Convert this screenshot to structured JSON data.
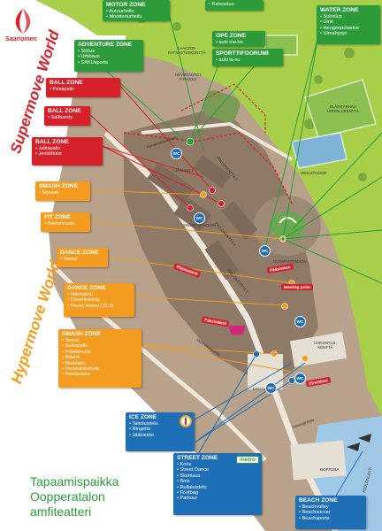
{
  "brand": {
    "logo_text": "Saarioinen",
    "color": "#d6212a"
  },
  "side_titles": {
    "top": "Supermove World",
    "bottom": "Hypermove World"
  },
  "zones": {
    "motor": {
      "title": "MOTOR ZONE",
      "items": [
        "• Autourheilu",
        "• Moottoriurheilu"
      ]
    },
    "ratsastus": {
      "items": [
        "• Ratsastus"
      ]
    },
    "water": {
      "title": "WATER ZONE",
      "items": [
        "• Sukellus",
        "• Uinti",
        "• Hengenpelastus",
        "• Uimahypyt"
      ]
    },
    "adventure": {
      "title": "ADVENTURE ZONE",
      "items": [
        "• Sirkus",
        "• Urbbaus",
        "• SAKUsports"
      ]
    },
    "ope": {
      "title": "OPE ZONE",
      "items": [
        "• auki ma-ke"
      ]
    },
    "sporttifoorumi": {
      "title": "SPORTTIFOORUMI",
      "items": [
        "• auki la-su"
      ]
    },
    "ball1": {
      "title": "BALL ZONE",
      "items": [
        "• Pesäpallo"
      ]
    },
    "ball2": {
      "title": "BALL ZONE",
      "items": [
        "• Salibandy"
      ]
    },
    "ball3": {
      "title": "BALL ZONE",
      "items": [
        "• Jalkapallo",
        "• Jenkkifutis"
      ]
    },
    "smash1": {
      "title": "SMASH ZONE",
      "items": [
        "• Squash"
      ]
    },
    "fit": {
      "title": "FIT ZONE",
      "items": [
        "• Painonnosto"
      ]
    },
    "dance1": {
      "title": "DANCE ZONE",
      "items": [
        "• Tanssi"
      ]
    },
    "dance2": {
      "title": "DANCE ZONE",
      "items": [
        "• Voimistelu",
        "• Cheerleading",
        "• Power Mover (31.5)"
      ]
    },
    "smash2": {
      "title": "SMASH ZONE",
      "items": [
        "• Tennis",
        "• Sulkapallo",
        "• Pöytätennis",
        "• Biljardi",
        "• Miekkailu",
        "• Vammaisurheilu",
        "• Paralympia"
      ]
    },
    "ice": {
      "title": "ICE ZONE",
      "items": [
        "• Taitoluistelu",
        "• Ringette",
        "• Jääkiekko"
      ]
    },
    "street": {
      "title": "STREET ZONE",
      "badge": "metro",
      "items": [
        "• Koris",
        "• Street Dance",
        "• Skeittaus",
        "• Bmx",
        "• Rullaluistelu",
        "• Footbag",
        "• Parkour"
      ]
    },
    "beach": {
      "title": "BEACH ZONE",
      "items": [
        "• Beachvolley",
        "• Beachsoccer",
        "• Beachsports"
      ]
    }
  },
  "map_labels": {
    "laakson": "LAAKSON\nRATSASTUSKENTTÄ",
    "hevosautot": "HEVOSAUTOT\nP-PAIKKA",
    "elaintarhan": "ELÄINTARHAN\nURHEILUKENTTÄ",
    "uimastadion": "UIMASTADION",
    "jaahalli": "JÄÄHALLI",
    "olympiastadion": "OLYMPIASTADION",
    "sonerastadion": "SONERASTADION",
    "ooppera": "OOPPERA",
    "kisahalli": "KISAHALLI",
    "pallokentta2": "PALLOKENTTÄ 2",
    "pallokentta3": "PALLOKENTTÄ 3",
    "pallokentta1": "PALLOKENTTÄ 1",
    "harjoitus": "HARJOITUS-\nKENTTÄ",
    "helsinginkatu": "Helsinginkatu",
    "mannerheimintie": "Mannerheimintie",
    "nordenskioldinkatu": "Nordenskiöldinkatu",
    "toolonlahti": "TÖÖLÖNLAHTI",
    "paavo_nurmen_tie": "PAAVO NURMEN TIE",
    "mannerheimin": "Mannerheimintie"
  },
  "tags": {
    "paasisaanti": "Pääsisäänti",
    "meeting_point": "Meeting point",
    "streetlava": "Streetlava",
    "paaslava": "Pääsislava",
    "boxi": "Pääsisäänti"
  },
  "meeting_note": {
    "line1": "Tapaamispaikka",
    "line2": "Oopperatalon",
    "line3": "amfiteatteri"
  },
  "wc_label": "WC",
  "colors": {
    "green": "#2e9b3a",
    "red": "#d6212a",
    "orange": "#f39c1f",
    "blue": "#1f6fb6",
    "park": "#a8cf4a",
    "land": "#b8a28b"
  }
}
